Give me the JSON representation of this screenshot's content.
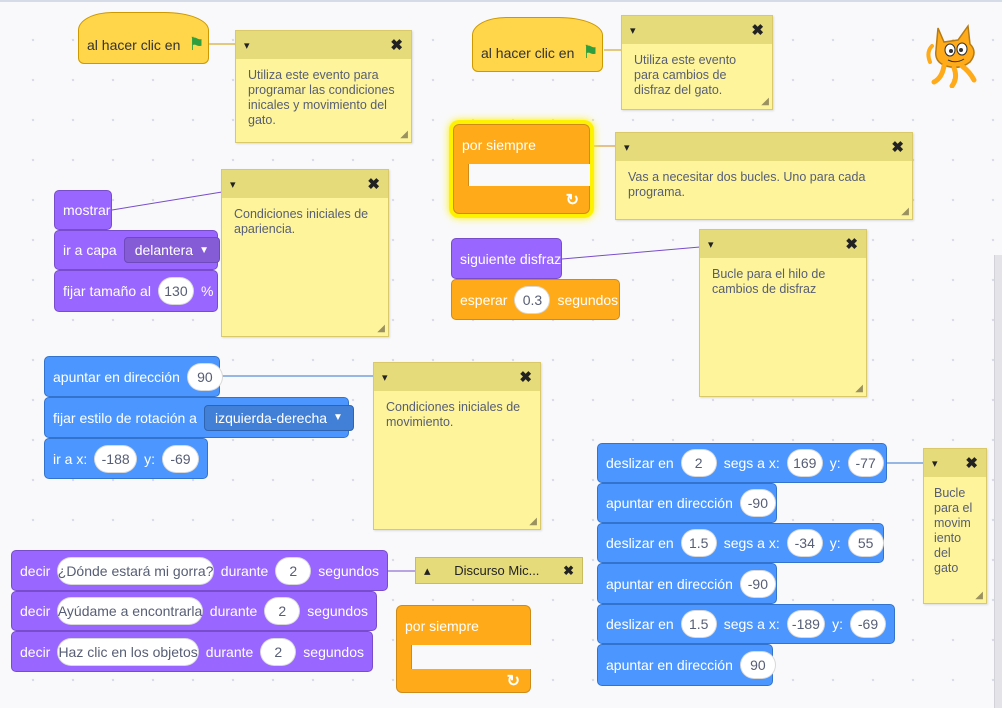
{
  "events": {
    "hat1": {
      "label": "al hacer clic en"
    },
    "hat2": {
      "label": "al hacer clic en"
    }
  },
  "looks": {
    "show": "mostrar",
    "layer_label": "ir a capa",
    "layer_value": "delantera",
    "size_label": "fijar tamaño al",
    "size_value": "130",
    "size_unit": "%",
    "next_costume": "siguiente disfraz"
  },
  "control": {
    "forever1": "por siempre",
    "forever2": "por siempre",
    "wait_label": "esperar",
    "wait_value": "0.3",
    "wait_unit": "segundos"
  },
  "motion_init": {
    "point_label": "apuntar en dirección",
    "point_value": "90",
    "rot_label": "fijar estilo de rotación a",
    "rot_value": "izquierda-derecha",
    "goto_label": "ir a x:",
    "goto_x": "-188",
    "goto_y_label": "y:",
    "goto_y": "-69"
  },
  "motion_loop": [
    {
      "type": "glide",
      "label": "deslizar en",
      "secs": "2",
      "secs_label": "segs a x:",
      "x": "169",
      "y_label": "y:",
      "y": "-77"
    },
    {
      "type": "point",
      "label": "apuntar en dirección",
      "value": "-90"
    },
    {
      "type": "glide",
      "label": "deslizar en",
      "secs": "1.5",
      "secs_label": "segs a x:",
      "x": "-34",
      "y_label": "y:",
      "y": "55"
    },
    {
      "type": "point",
      "label": "apuntar en dirección",
      "value": "-90"
    },
    {
      "type": "glide",
      "label": "deslizar en",
      "secs": "1.5",
      "secs_label": "segs a x:",
      "x": "-189",
      "y_label": "y:",
      "y": "-69"
    },
    {
      "type": "point",
      "label": "apuntar en dirección",
      "value": "90"
    }
  ],
  "say": [
    {
      "label": "decir",
      "text": "¿Dónde estará mi gorra?",
      "dur_label": "durante",
      "secs": "2",
      "unit": "segundos"
    },
    {
      "label": "decir",
      "text": "Ayúdame a encontrarla",
      "dur_label": "durante",
      "secs": "2",
      "unit": "segundos"
    },
    {
      "label": "decir",
      "text": "Haz clic en los objetos",
      "dur_label": "durante",
      "secs": "2",
      "unit": "segundos"
    }
  ],
  "notes": {
    "n1": "Utiliza este evento para programar las condiciones inicales y movimiento del gato.",
    "n2": "Utiliza este evento para cambios de disfraz del gato.",
    "n3": "Vas a necesitar dos bucles. Uno para cada programa.",
    "n4": "Condiciones iniciales de apariencia.",
    "n5": "Bucle para el hilo de cambios de disfraz",
    "n6": "Condiciones iniciales de movimiento.",
    "n7": "Bucle para el movim iento del gato",
    "collapsed": "Discurso Mic..."
  },
  "glyphs": {
    "close": "✖",
    "collapse": "▾",
    "expand": "▴",
    "resize": "◢",
    "caret": "▼",
    "flag": "⚑",
    "loop_arrow": "↻"
  },
  "colors": {
    "motion": "#4c97ff",
    "looks": "#9966ff",
    "control": "#ffab19",
    "events": "#ffd54a",
    "note": "#fef49c",
    "highlight": "#fff200"
  }
}
